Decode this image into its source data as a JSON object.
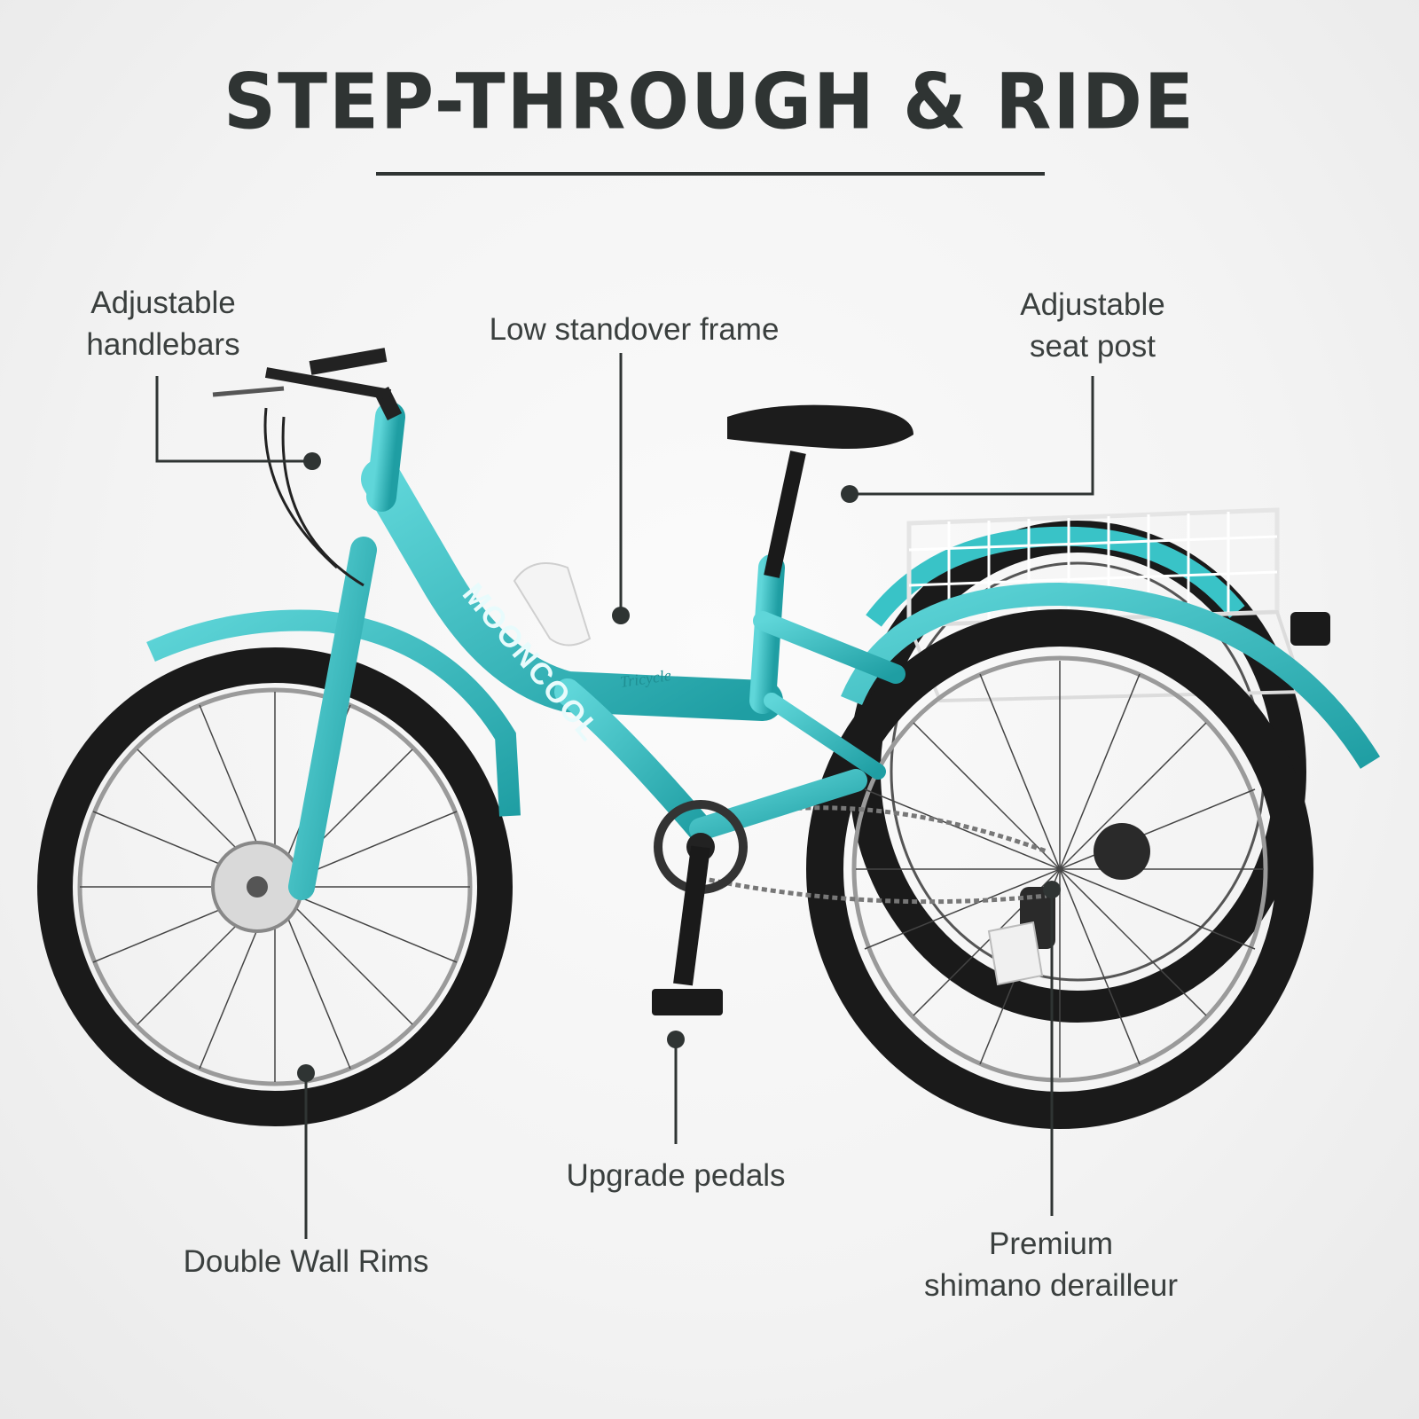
{
  "headline": "STEP-THROUGH & RIDE",
  "callouts": {
    "handlebars": [
      "Adjustable",
      "handlebars"
    ],
    "frame": "Low standover frame",
    "seat_post": [
      "Adjustable",
      "seat post"
    ],
    "pedals": "Upgrade pedals",
    "rims": "Double Wall Rims",
    "derailleur": [
      "Premium",
      "shimano derailleur"
    ]
  },
  "bike_branding": {
    "brand": "MOONCOOL",
    "model": "Tricycle"
  },
  "colors": {
    "frame": "#39c3c7",
    "frame_shade": "#1f9ea3",
    "tire": "#1a1a1a",
    "leader": "#2f3433",
    "text": "#3a3f3e",
    "basket": "#ffffff"
  }
}
